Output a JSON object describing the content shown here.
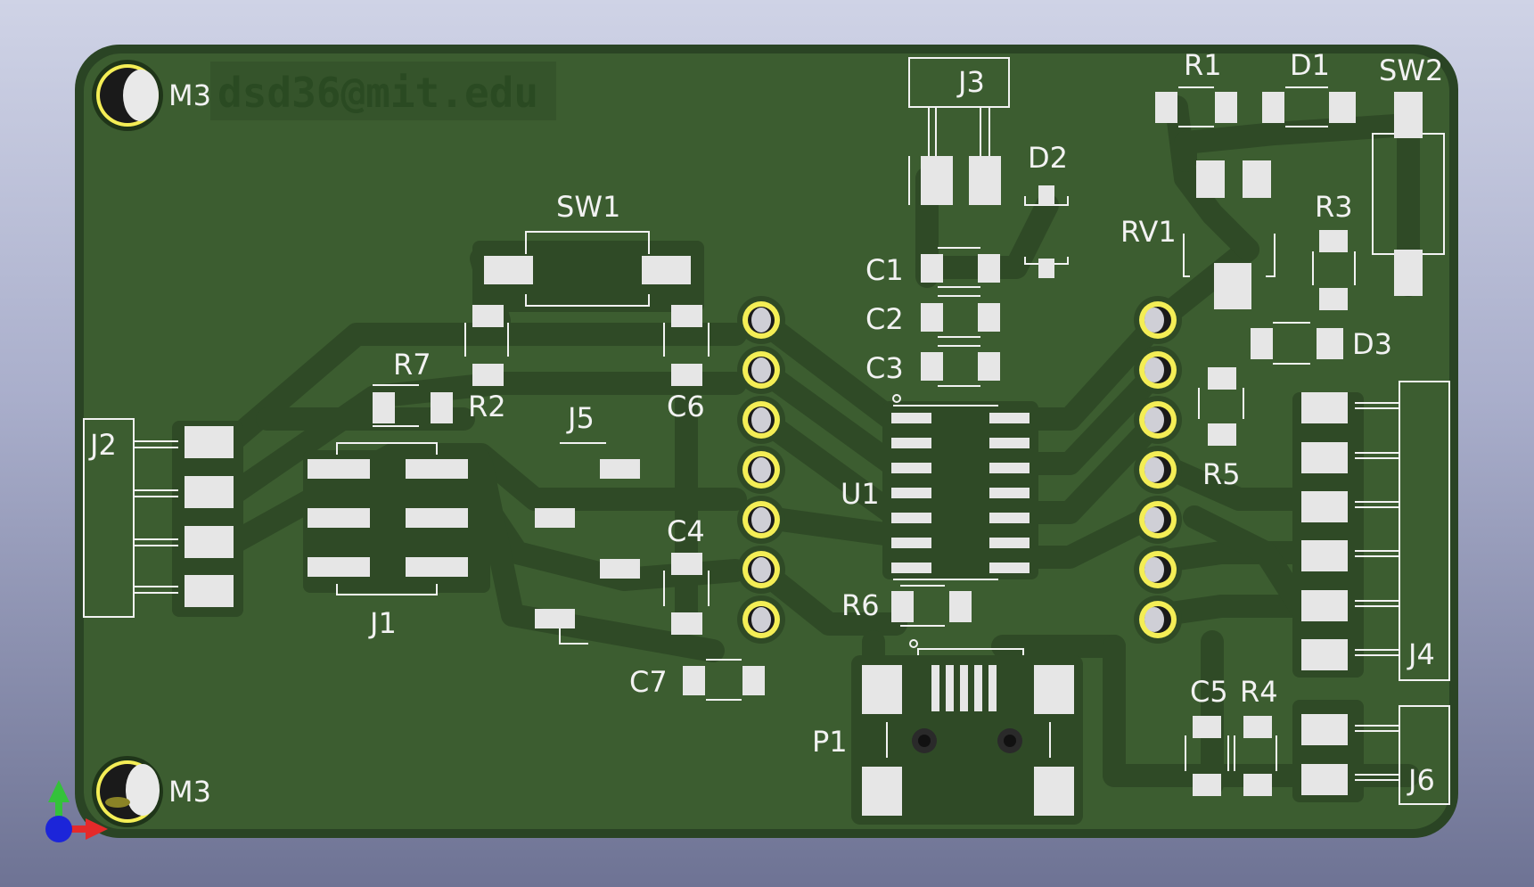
{
  "viewer": {
    "board_color": "#3c5d30",
    "copper_color": "#2f4a26",
    "pad_color": "#e6e6e6",
    "drill_ring_color": "#f4ee56",
    "axis_colors": {
      "x": "#e52a2a",
      "y": "#34c23a",
      "z": "#1c25d9"
    }
  },
  "board": {
    "watermark": "dsd36@mit.edu",
    "labels": {
      "m3_top": "M3",
      "m3_bottom": "M3",
      "j1": "J1",
      "j2": "J2",
      "j3": "J3",
      "j4": "J4",
      "j5": "J5",
      "j6": "J6",
      "r1": "R1",
      "r2": "R2",
      "r3": "R3",
      "r4": "R4",
      "r5": "R5",
      "r6": "R6",
      "r7": "R7",
      "c1": "C1",
      "c2": "C2",
      "c3": "C3",
      "c4": "C4",
      "c5": "C5",
      "c6": "C6",
      "c7": "C7",
      "d1": "D1",
      "d2": "D2",
      "d3": "D3",
      "sw1": "SW1",
      "sw2": "SW2",
      "u1": "U1",
      "p1": "P1",
      "rv1": "RV1"
    },
    "header_left_pins": 7,
    "header_right_pins": 7
  }
}
